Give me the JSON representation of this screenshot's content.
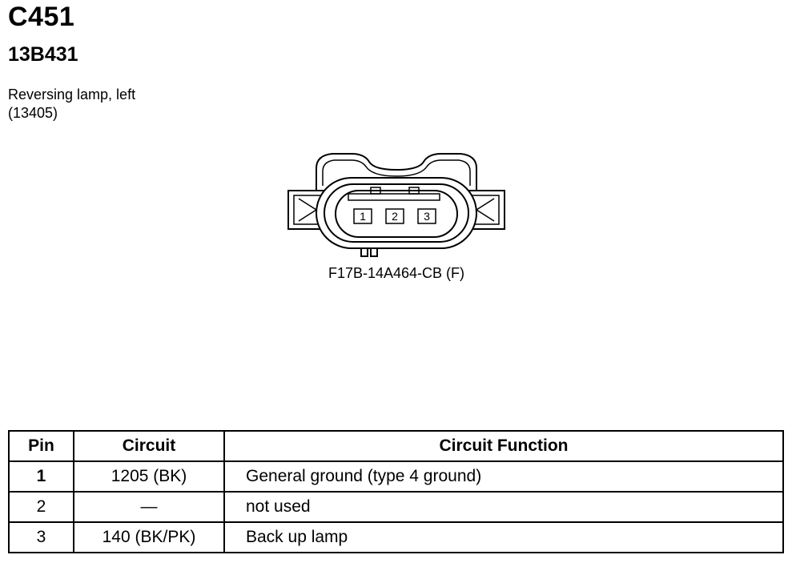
{
  "header": {
    "connector_id": "C451",
    "part_number": "13B431",
    "description_line1": "Reversing lamp, left",
    "description_line2": "(13405)"
  },
  "connector": {
    "part_label": "F17B-14A464-CB (F)",
    "pins": [
      "1",
      "2",
      "3"
    ]
  },
  "table": {
    "headers": {
      "pin": "Pin",
      "circuit": "Circuit",
      "function": "Circuit Function"
    },
    "rows": [
      {
        "pin": "1",
        "circuit": "1205 (BK)",
        "function": "General ground (type 4 ground)"
      },
      {
        "pin": "2",
        "circuit": "—",
        "function": "not used"
      },
      {
        "pin": "3",
        "circuit": "140 (BK/PK)",
        "function": "Back up lamp"
      }
    ]
  }
}
